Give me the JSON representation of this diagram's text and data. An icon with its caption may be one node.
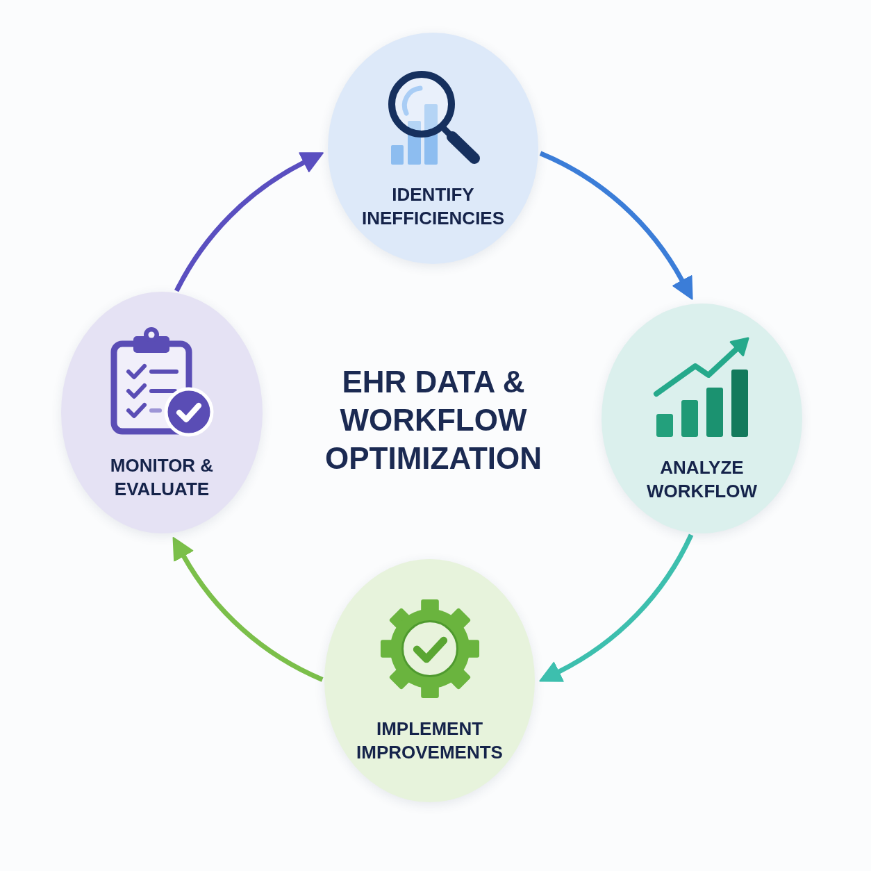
{
  "diagram": {
    "title": "EHR DATA & WORKFLOW OPTIMIZATION",
    "nodes": [
      {
        "text": [
          "IDENTIFY INEFFICIENCIES"
        ]
      },
      {
        "text": [
          "ANALYZE WORKFLOW"
        ]
      },
      {
        "text": [
          "IMPLEMENT IMPROVEMENTS"
        ]
      },
      {
        "text": [
          "MONITOR & EVALUATE"
        ]
      }
    ],
    "edges": [
      {
        "from": 0,
        "to": 1,
        "arrow": "to",
        "color": "#3b7dd8"
      },
      {
        "from": 1,
        "to": 2,
        "arrow": "to",
        "color": "#3dbfae"
      },
      {
        "from": 2,
        "to": 3,
        "arrow": "to",
        "color": "#7bbf4a"
      },
      {
        "from": 3,
        "to": 0,
        "arrow": "to",
        "color": "#5a4fc0"
      }
    ]
  }
}
